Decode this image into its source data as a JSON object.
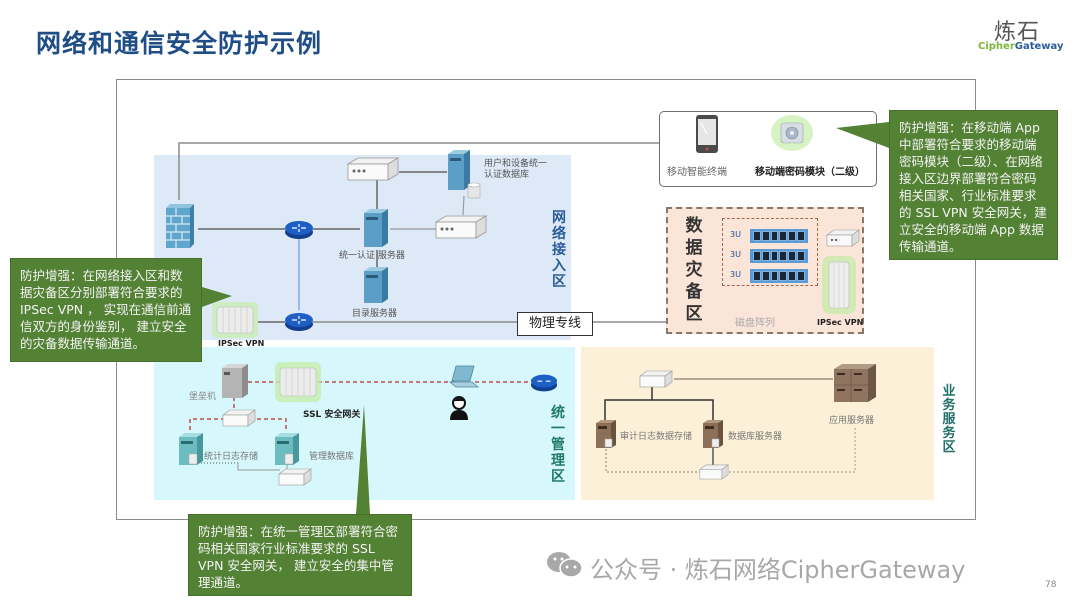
{
  "header": {
    "title": "网络和通信安全防护示例",
    "logo_cn": "炼石",
    "logo_en_part1": "Cipher",
    "logo_en_part2": "Gateway"
  },
  "zones": {
    "access": "网络接入区",
    "management": "统一管理区",
    "business": "业务服务区",
    "disaster_recovery": "数据灾备区"
  },
  "mobile": {
    "terminal_label": "移动智能终端",
    "crypto_module_label": "移动端密码模块（二级）"
  },
  "access_zone": {
    "auth_db_label": "用户和设备统一认证数据库",
    "auth_server_label": "统一认证 服务器",
    "directory_server_label": "目录服务器",
    "ipsec_vpn_label": "IPSec VPN"
  },
  "dr_zone": {
    "disk_array_label": "磁盘阵列",
    "ipsec_vpn_label": "IPSec VPN",
    "disk_units": [
      "3U",
      "3U",
      "3U"
    ]
  },
  "physical_line_label": "物理专线",
  "management_zone": {
    "bastion_label": "堡垒机",
    "ssl_gateway_label": "SSL 安全网关",
    "log_storage_label": "统计日志存储",
    "mgmt_db_label": "管理数据库"
  },
  "business_zone": {
    "audit_log_label": "审计日志数据存储",
    "db_server_label": "数据库服务器",
    "app_server_label": "应用服务器"
  },
  "callouts": {
    "mobile": "防护增强：在移动端 App 中部署符合要求的移动端密码模块（二级）、在网络接入区边界部署符合密码相关国家、行业标准要求的 SSL VPN 安全网关，建立安全的移动端 App 数据传输通道。",
    "ipsec": "防护增强：在网络接入区和数据灾备区分别部署符合要求的 IPSec VPN ， 实现在通信前通信双方的身份鉴别， 建立安全的灾备数据传输通道。",
    "ssl": "防护增强：在统一管理区部署符合密码相关国家行业标准要求的 SSL VPN 安全网关， 建立安全的集中管理通道。"
  },
  "footer": {
    "watermark": "公众号 · 炼石网络CipherGateway",
    "page_number": "78"
  },
  "colors": {
    "title": "#1f4e86",
    "callout_bg": "#548235",
    "access_zone": "#dde9f6",
    "management_zone": "#d6f7fb",
    "business_zone": "#fcf0d8",
    "dr_zone": "#fbe4d8",
    "router": "#1d5fc4",
    "link_dashed": "#c0504d"
  }
}
